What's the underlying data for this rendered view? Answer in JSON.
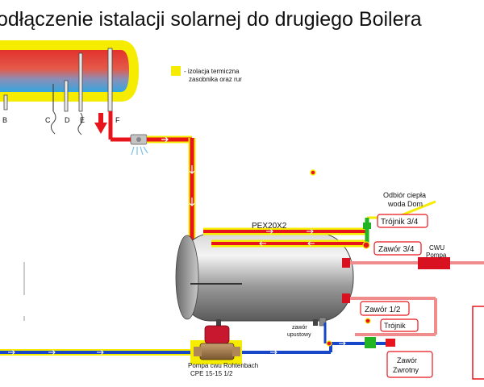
{
  "title": "odłączenie istalacji solarnej do drugiego Boilera",
  "legend": {
    "text_line1": "- izolacja termiczna",
    "text_line2": "zasobnika oraz rur",
    "color": "#f5ec00"
  },
  "top_tank_labels": [
    "B",
    "C",
    "D",
    "E",
    "F"
  ],
  "labels": {
    "pex": "PEX20X2",
    "odbior_line1": "Odbiór ciepła",
    "odbior_line2": "woda Dom",
    "trojnik34": "Trójnik 3/4",
    "zawor34": "Zawór 3/4",
    "cwu_line1": "CWU",
    "cwu_line2": "Pompa",
    "zawor12": "Zawór 1/2",
    "trojnik": "Trójnik",
    "zawor_upustowy_line1": "zawór",
    "zawor_upustowy_line2": "upustowy",
    "zawor_zwrotny_line1": "Zawór",
    "zawor_zwrotny_line2": "Zwrotny",
    "pompa_line1": "Pompa cwu Rohtenbach",
    "pompa_line2": "CPE 15-15 1/2"
  },
  "colors": {
    "hot_pipe": "#e8141c",
    "cold_pipe": "#1846c8",
    "return_pipe": "#f08c8c",
    "insulation": "#f5ec00",
    "valve_green": "#22b422",
    "pump_red": "#d81020"
  }
}
